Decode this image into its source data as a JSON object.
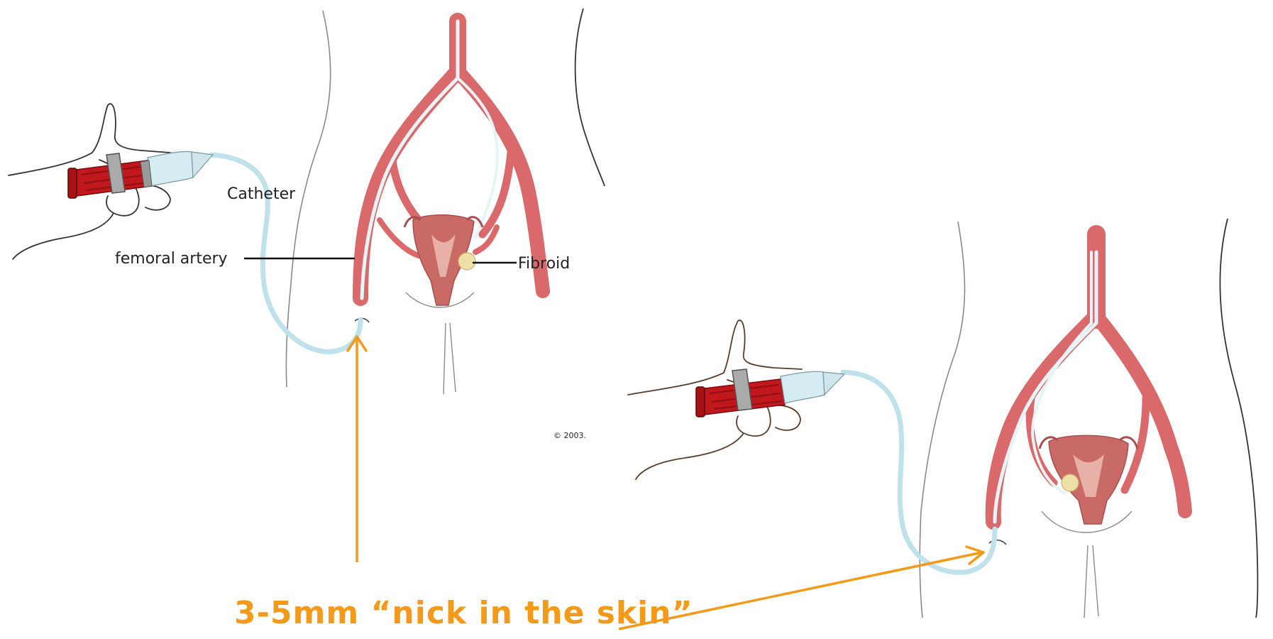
{
  "labels": {
    "catheter": "Catheter",
    "femoral_artery": "femoral artery",
    "fibroid": "Fibroid",
    "copyright": "© 2003."
  },
  "caption": "3-5mm “nick in the skin”",
  "colors": {
    "artery": "#d9696b",
    "artery_dark": "#b84a4e",
    "catheter": "#bfe1ea",
    "body_outline": "#8a8a8a",
    "hand_outline": "#333333",
    "syringe_red": "#c0181d",
    "uterus": "#c96a66",
    "fibroid": "#efe0a8",
    "arrow": "#f39a1b",
    "leader": "#111111"
  }
}
